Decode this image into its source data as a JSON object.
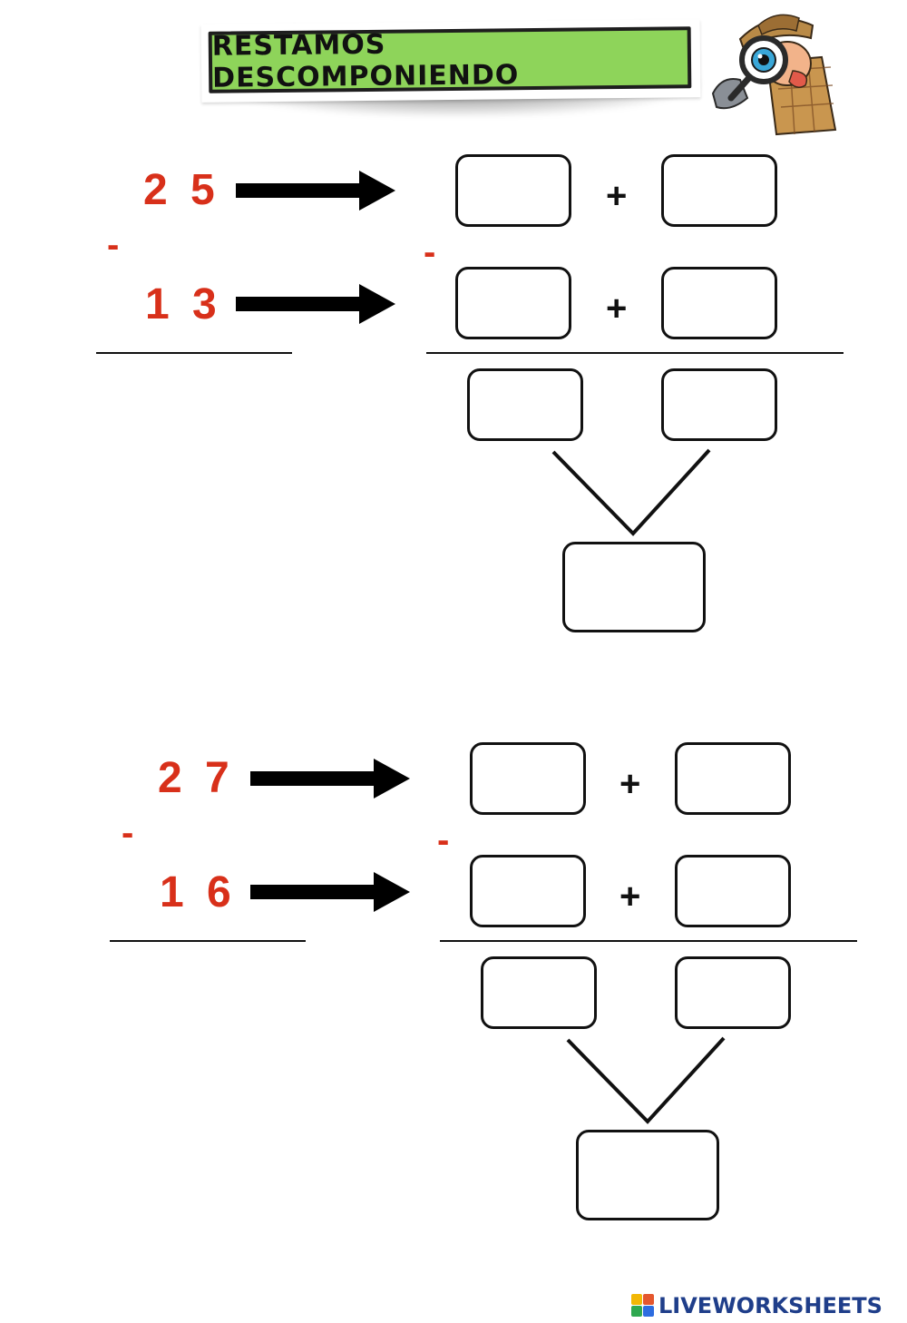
{
  "title": "RESTAMOS DESCOMPONIENDO",
  "colors": {
    "number": "#d8301a",
    "banner_green": "#8ed45a",
    "ink": "#111111",
    "logo_blue": "#1f3e8a"
  },
  "exercises": [
    {
      "minuend": "2 5",
      "subtrahend": "1 3",
      "operator": "-",
      "plus": "+"
    },
    {
      "minuend": "2 7",
      "subtrahend": "1 6",
      "operator": "-",
      "plus": "+"
    }
  ],
  "footer": {
    "brand": "LIVEWORKSHEETS",
    "icon": "liveworksheets-logo-icon"
  }
}
